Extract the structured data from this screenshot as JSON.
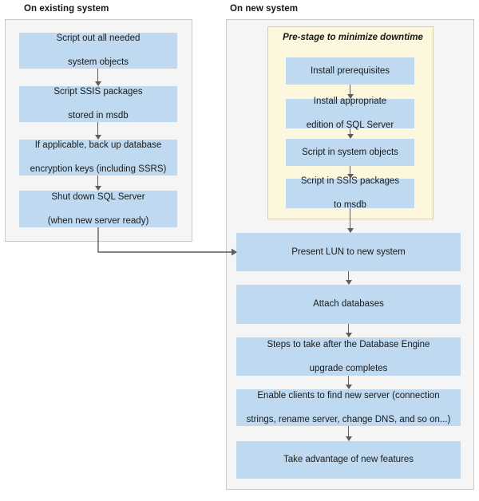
{
  "diagram": {
    "title_left": "On existing system",
    "title_right": "On new system",
    "prestage_label": "Pre-stage to minimize downtime",
    "colors": {
      "node_fill": "#bed9f0",
      "panel_fill": "#f5f5f5",
      "panel_border": "#c9c9c9",
      "prestage_fill": "#fdf7dd",
      "prestage_border": "#d6cfae",
      "arrow": "#5d5d5d",
      "text": "#1a1a1a",
      "background": "#ffffff"
    }
  },
  "chart_data": {
    "type": "diagram",
    "title": "SQL Server migration flow: existing system to new system",
    "groups": [
      {
        "id": "existing",
        "label": "On existing system",
        "nodes": [
          "Script out all needed system objects",
          "Script SSIS packages stored in msdb",
          "If applicable, back up database encryption keys (including SSRS)",
          "Shut down SQL Server (when new server ready)"
        ]
      },
      {
        "id": "new",
        "label": "On new system",
        "subgroup": {
          "label": "Pre-stage to minimize downtime",
          "nodes": [
            "Install prerequisites",
            "Install appropriate edition of SQL Server",
            "Script in system objects",
            "Script in SSIS packages to msdb"
          ]
        },
        "nodes": [
          "Present LUN to new system",
          "Attach databases",
          "Steps to take after the Database Engine upgrade completes",
          "Enable clients to find new server (connection strings, rename server, change DNS, and so on...)",
          "Take advantage of new features"
        ]
      }
    ],
    "edges": [
      {
        "from": "Script out all needed system objects",
        "to": "Script SSIS packages stored in msdb"
      },
      {
        "from": "Script SSIS packages stored in msdb",
        "to": "If applicable, back up database encryption keys (including SSRS)"
      },
      {
        "from": "If applicable, back up database encryption keys (including SSRS)",
        "to": "Shut down SQL Server (when new server ready)"
      },
      {
        "from": "Shut down SQL Server (when new server ready)",
        "to": "Present LUN to new system"
      },
      {
        "from": "Install prerequisites",
        "to": "Install appropriate edition of SQL Server"
      },
      {
        "from": "Install appropriate edition of SQL Server",
        "to": "Script in system objects"
      },
      {
        "from": "Script in system objects",
        "to": "Script in SSIS packages to msdb"
      },
      {
        "from": "Script in SSIS packages to msdb",
        "to": "Present LUN to new system"
      },
      {
        "from": "Present LUN to new system",
        "to": "Attach databases"
      },
      {
        "from": "Attach databases",
        "to": "Steps to take after the Database Engine upgrade completes"
      },
      {
        "from": "Steps to take after the Database Engine upgrade completes",
        "to": "Enable clients to find new server (connection strings, rename server, change DNS, and so on...)"
      },
      {
        "from": "Enable clients to find new server (connection strings, rename server, change DNS, and so on...)",
        "to": "Take advantage of new features"
      }
    ]
  },
  "left_nodes": [
    {
      "line1": "Script out all needed",
      "line2": "system objects"
    },
    {
      "line1": "Script SSIS packages",
      "line2": "stored in msdb"
    },
    {
      "line1": "If applicable, back up database",
      "line2": "encryption keys (including SSRS)"
    },
    {
      "line1": "Shut down SQL Server",
      "line2": "(when new server ready)"
    }
  ],
  "prestage_nodes": [
    {
      "line1": "Install prerequisites",
      "line2": ""
    },
    {
      "line1": "Install appropriate",
      "line2": "edition of SQL Server"
    },
    {
      "line1": "Script in system objects",
      "line2": ""
    },
    {
      "line1": "Script in SSIS packages",
      "line2": "to msdb"
    }
  ],
  "right_nodes": [
    {
      "line1": "Present LUN to new system",
      "line2": ""
    },
    {
      "line1": "Attach databases",
      "line2": ""
    },
    {
      "line1": "Steps to take after the Database Engine",
      "line2": "upgrade completes"
    },
    {
      "line1": "Enable clients to find new server (connection",
      "line2": "strings, rename server, change DNS, and so on...)"
    },
    {
      "line1": "Take advantage of new features",
      "line2": ""
    }
  ]
}
